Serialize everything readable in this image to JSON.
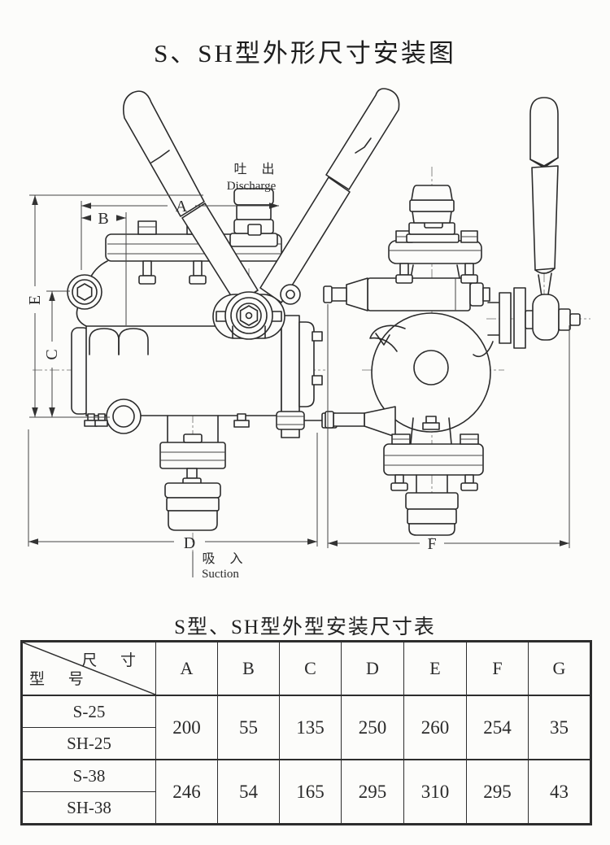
{
  "page": {
    "title": "S、SH型外形尺寸安装图",
    "table_title": "S型、SH型外型安装尺寸表"
  },
  "drawing": {
    "labels": {
      "discharge_cn": "吐 出",
      "discharge_en": "Discharge",
      "suction_cn": "吸 入",
      "suction_en": "Suction"
    },
    "dims": {
      "A": "A",
      "B": "B",
      "C": "C",
      "D": "D",
      "E": "E",
      "F": "F"
    }
  },
  "table": {
    "corner": {
      "dim_label": "尺 寸",
      "model_label": "型 号"
    },
    "columns": [
      "A",
      "B",
      "C",
      "D",
      "E",
      "F",
      "G"
    ],
    "groups": [
      {
        "models": [
          "S-25",
          "SH-25"
        ],
        "values": [
          "200",
          "55",
          "135",
          "250",
          "260",
          "254",
          "35"
        ]
      },
      {
        "models": [
          "S-38",
          "SH-38"
        ],
        "values": [
          "246",
          "54",
          "165",
          "295",
          "310",
          "295",
          "43"
        ]
      }
    ]
  }
}
